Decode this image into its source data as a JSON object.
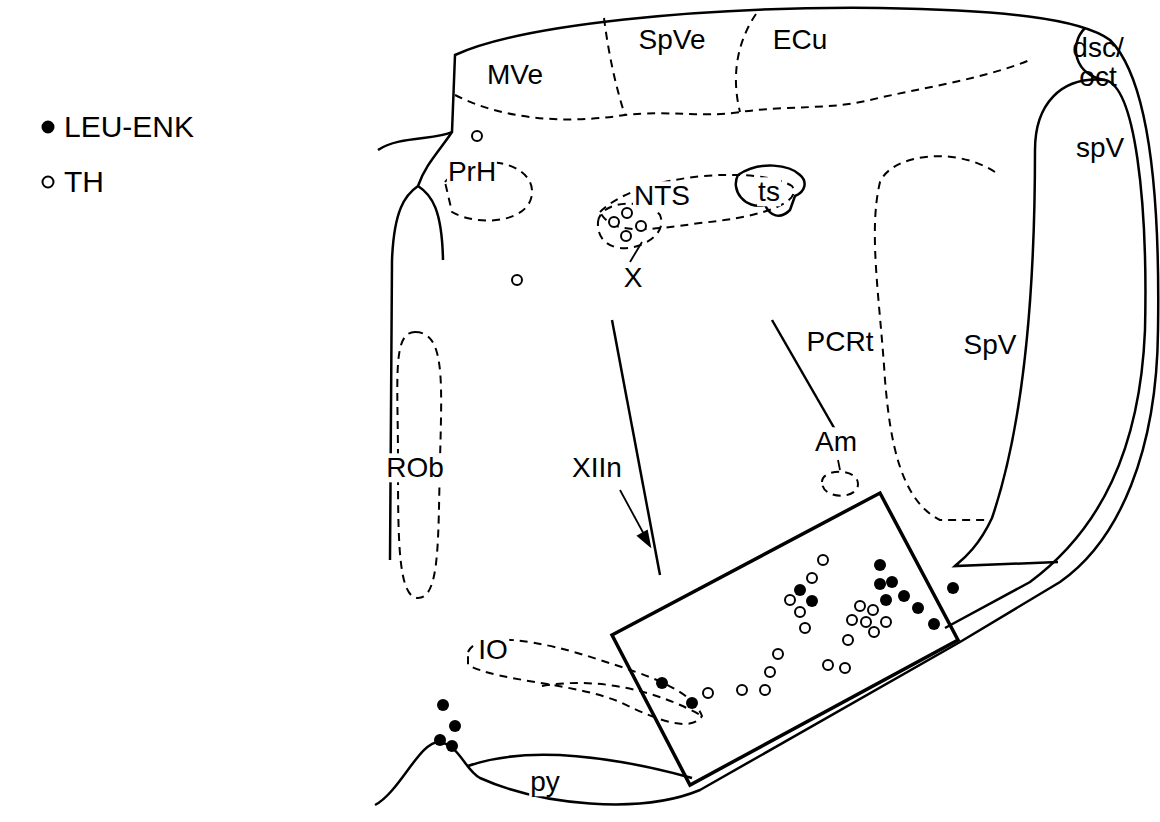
{
  "diagram": {
    "labels": [
      "MVe",
      "SpVe",
      "ECu",
      "dsc/oct",
      "PrH",
      "NTS",
      "ts",
      "X",
      "spV",
      "PCRt",
      "SpV",
      "ROb",
      "XIIn",
      "Am",
      "IO",
      "py"
    ],
    "legend": [
      {
        "text": "LEU-ENK"
      },
      {
        "text": "TH"
      }
    ]
  }
}
